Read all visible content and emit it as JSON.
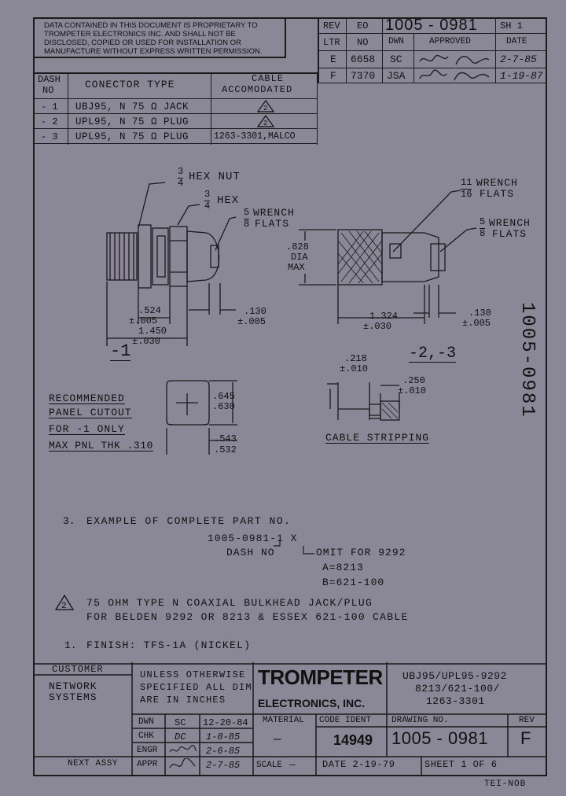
{
  "notice": {
    "line1": "DATA CONTAINED IN THIS DOCUMENT IS PROPRIETARY TO",
    "line2": "TROMPETER ELECTRONICS INC. AND SHALL NOT BE",
    "line3": "DISCLOSED, COPIED OR USED FOR INSTALLATION OR",
    "line4": "MANUFACTURE WITHOUT EXPRESS WRITTEN PERMISSION."
  },
  "revision_block": {
    "rev_label": "REV",
    "ltr_label": "LTR",
    "eo_label": "EO",
    "no_label": "NO",
    "dwg_no": "1005 - 0981",
    "sheet_label": "SH 1",
    "dwn_label": "DWN",
    "approved_label": "APPROVED",
    "date_label": "DATE",
    "rows": [
      {
        "ltr": "E",
        "eo": "6658",
        "dwn": "SC",
        "date": "2-7-85"
      },
      {
        "ltr": "F",
        "eo": "7370",
        "dwn": "JSA",
        "date": "1-19-87"
      }
    ]
  },
  "dash_table": {
    "headers": {
      "dash": "DASH",
      "no": "NO",
      "type": "CONECTOR TYPE",
      "cable1": "CABLE",
      "cable2": "ACCOMODATED"
    },
    "rows": [
      {
        "dash": "- 1",
        "type": "UBJ95, N 75 Ω JACK",
        "cable": "2"
      },
      {
        "dash": "- 2",
        "type": "UPL95, N 75 Ω PLUG",
        "cable": "2"
      },
      {
        "dash": "- 3",
        "type": "UPL95, N 75 Ω PLUG",
        "cable": "1263-3301,MALCO"
      }
    ]
  },
  "drawing": {
    "hex_nut": "HEX NUT",
    "hex": "HEX",
    "wrench_flats_a": "WRENCH",
    "flats": "FLATS",
    "frac_3": "3",
    "frac_4": "4",
    "frac_5": "5",
    "frac_8": "8",
    "frac_11": "11",
    "frac_16": "16",
    "dia_828": ".828",
    "dia": "DIA",
    "max": "MAX",
    "d_524": ".524",
    "d_005a": "±.005",
    "d_1450": "1.450",
    "d_030a": "±.030",
    "d_130a": ".130",
    "d_005b": "±.005",
    "d_1324": "1.324",
    "d_030b": "±.030",
    "d_130b": ".130",
    "d_005c": "±.005",
    "view_1": "-1",
    "view_23": "-2,-3",
    "d_218": ".218",
    "d_010a": "±.010",
    "d_250": ".250",
    "d_010b": "±.010",
    "cable_stripping": "CABLE  STRIPPING",
    "rec1": "RECOMMENDED",
    "rec2": "PANEL CUTOUT",
    "rec3": "FOR -1 ONLY",
    "rec4": "MAX PNL THK .310",
    "d_645": ".645",
    "d_630": ".630",
    "d_543": ".543",
    "d_532": ".532",
    "margin_no": "1005-0981"
  },
  "notes": {
    "n3_num": "3.",
    "n3": "EXAMPLE OF COMPLETE PART NO.",
    "pn": "1005-0981-1 X",
    "dash_no": "DASH NO",
    "omit": "OMIT FOR 9292",
    "a": "A=8213",
    "b": "B=621-100",
    "n2_num": "2",
    "n2a": "75 OHM TYPE N COAXIAL BULKHEAD JACK/PLUG",
    "n2b": "FOR BELDEN 9292 OR 8213 & ESSEX 621-100 CABLE",
    "n1_num": "1.",
    "n1": "FINISH: TFS-1A (NICKEL)"
  },
  "title_block": {
    "customer_label": "CUSTOMER",
    "customer1": "NETWORK",
    "customer2": "SYSTEMS",
    "unless1": "UNLESS OTHERWISE",
    "unless2": "SPECIFIED ALL DIM",
    "unless3": "ARE IN INCHES",
    "company": "TROMPETER",
    "company2": "ELECTRONICS, INC.",
    "desc1": "UBJ95/UPL95-9292",
    "desc2": "8213/621-100/",
    "desc3": "1263-3301",
    "dwn_label": "DWN",
    "dwn_by": "SC",
    "dwn_date": "12-20-84",
    "chk_label": "CHK",
    "chk_by": "DC",
    "chk_date": "1-8-85",
    "engr_label": "ENGR",
    "engr_date": "2-6-85",
    "appr_label": "APPR",
    "appr_date": "2-7-85",
    "next_assy": "NEXT ASSY",
    "material_label": "MATERIAL",
    "material": "—",
    "code_ident_label": "CODE IDENT",
    "code_ident": "14949",
    "drawing_no_label": "DRAWING NO.",
    "drawing_no": "1005 - 0981",
    "rev_label": "REV",
    "rev": "F",
    "scale_label": "SCALE",
    "scale": "—",
    "date": "DATE 2-19-79",
    "sheet": "SHEET 1 OF 6"
  },
  "footer": "TEI-NOB"
}
